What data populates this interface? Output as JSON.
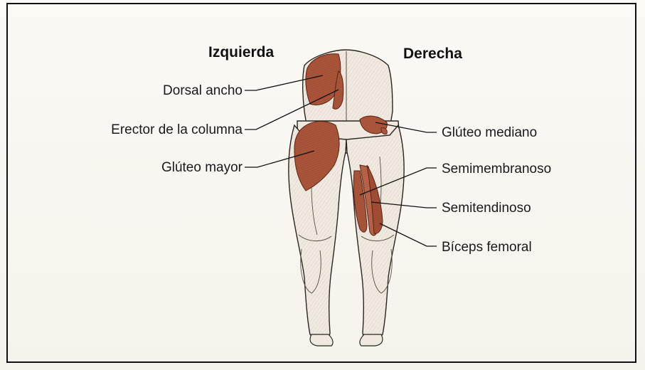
{
  "headings": {
    "left": "Izquierda",
    "right": "Derecha"
  },
  "labels": {
    "dorsal_ancho": "Dorsal ancho",
    "erector_columna": "Erector de la columna",
    "gluteo_mayor": "Glúteo mayor",
    "gluteo_mediano": "Glúteo mediano",
    "semimembranoso": "Semimembranoso",
    "semitendinoso": "Semitendinoso",
    "biceps_femoral": "Bíceps femoral"
  },
  "colors": {
    "muscle_highlight": "#a9553a",
    "skin": "#efe9df",
    "outline": "#2a2420",
    "leader_line": "#111111"
  }
}
